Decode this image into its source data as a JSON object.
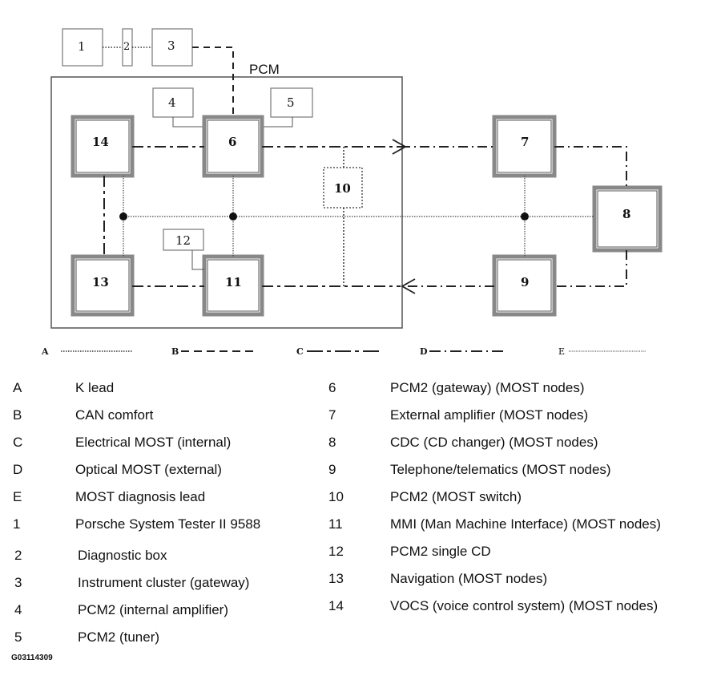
{
  "diagram": {
    "pcm_label": "PCM",
    "nodes": {
      "n1": "1",
      "n2": "2",
      "n3": "3",
      "n4": "4",
      "n5": "5",
      "n6": "6",
      "n7": "7",
      "n8": "8",
      "n9": "9",
      "n10": "10",
      "n11": "11",
      "n12": "12",
      "n13": "13",
      "n14": "14"
    },
    "legend_letters": [
      "A",
      "B",
      "C",
      "D",
      "E"
    ]
  },
  "key": {
    "left": [
      {
        "code": "A",
        "desc": "K lead"
      },
      {
        "code": "B",
        "desc": "CAN comfort"
      },
      {
        "code": "C",
        "desc": "Electrical MOST (internal)"
      },
      {
        "code": "D",
        "desc": "Optical MOST (external)"
      },
      {
        "code": "E",
        "desc": "MOST diagnosis lead"
      },
      {
        "code": "1",
        "desc": "Porsche System Tester II 9588"
      },
      {
        "code": "2",
        "desc": "Diagnostic box"
      },
      {
        "code": "3",
        "desc": "Instrument cluster (gateway)"
      },
      {
        "code": "4",
        "desc": "PCM2 (internal amplifier)"
      },
      {
        "code": "5",
        "desc": "PCM2 (tuner)"
      }
    ],
    "right": [
      {
        "code": "6",
        "desc": "PCM2 (gateway) (MOST nodes)"
      },
      {
        "code": "7",
        "desc": "External amplifier (MOST nodes)"
      },
      {
        "code": "8",
        "desc": "CDC (CD changer) (MOST nodes)"
      },
      {
        "code": "9",
        "desc": "Telephone/telematics (MOST nodes)"
      },
      {
        "code": "10",
        "desc": "PCM2 (MOST switch)"
      },
      {
        "code": "11",
        "desc": "MMI (Man Machine Interface) (MOST nodes)"
      },
      {
        "code": "12",
        "desc": "PCM2 single CD"
      },
      {
        "code": "13",
        "desc": "Navigation (MOST nodes)"
      },
      {
        "code": "14",
        "desc": "VOCS (voice control system) (MOST nodes)"
      }
    ]
  },
  "figure_id": "G03114309"
}
